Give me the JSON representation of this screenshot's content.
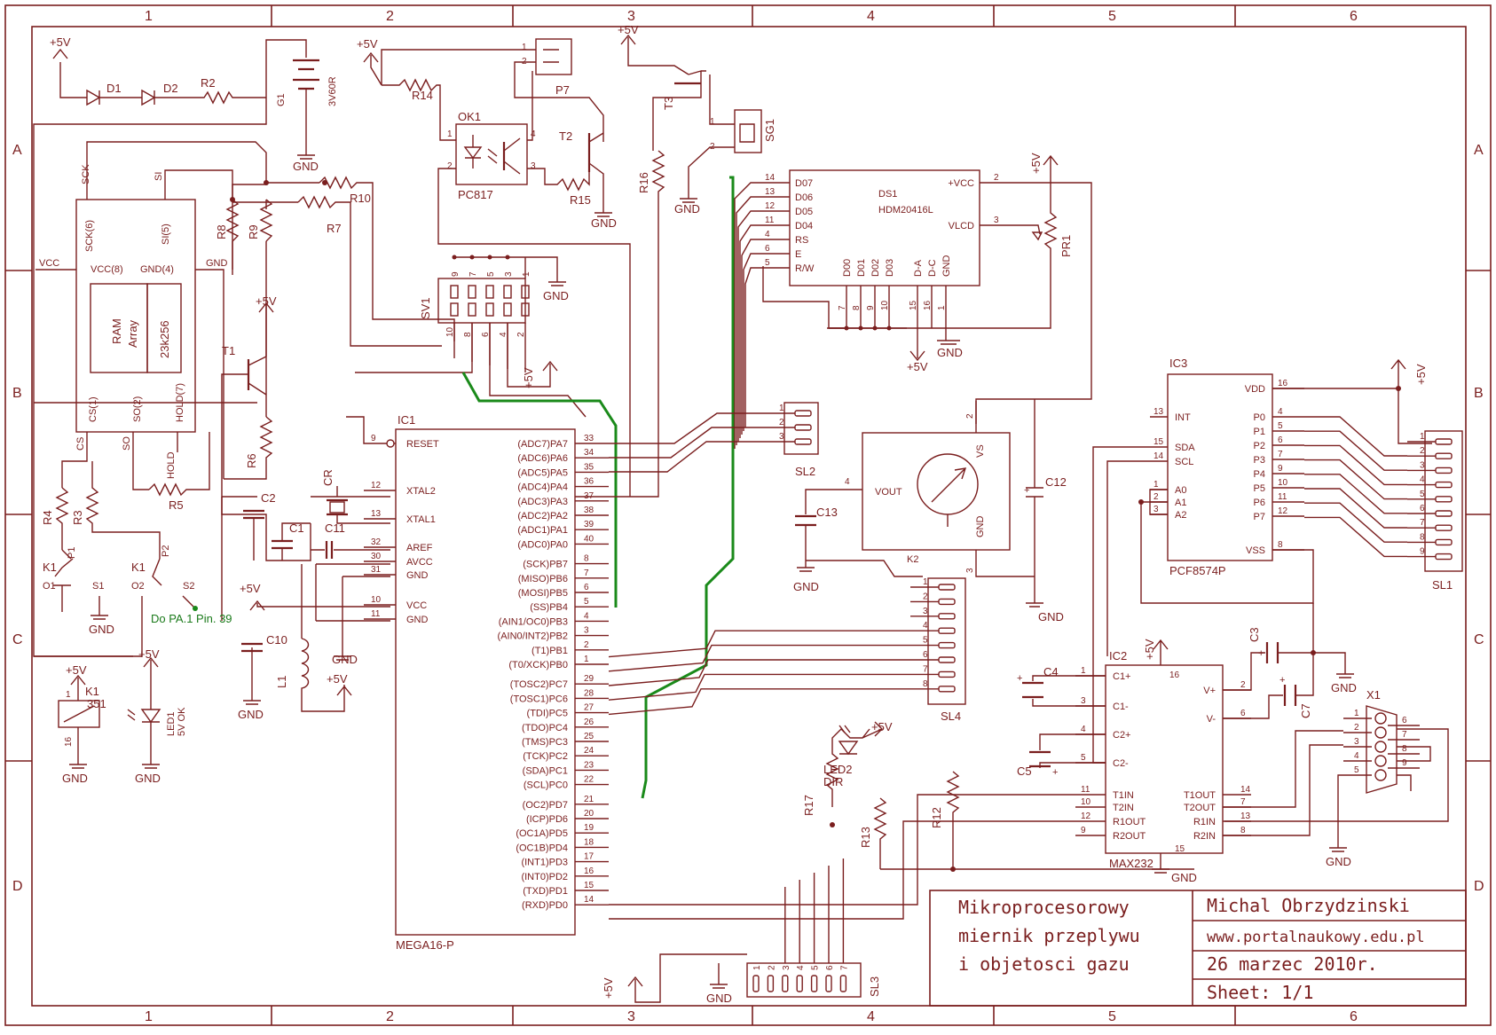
{
  "grid": {
    "cols": [
      "1",
      "2",
      "3",
      "4",
      "5",
      "6"
    ],
    "rows": [
      "A",
      "B",
      "C",
      "D"
    ]
  },
  "components": {
    "d1": "D1",
    "d2": "D2",
    "r2": "R2",
    "g1": "G1",
    "g1_val": "3V60R",
    "r14": "R14",
    "ok1": "OK1",
    "ok1_val": "PC817",
    "p7": "P7",
    "t2": "T2",
    "r15": "R15",
    "r16": "R16",
    "t3": "T3",
    "sg1": "SG1",
    "ram_title": "RAM",
    "ram_sub": "Array",
    "ram_chip": "23k256",
    "ram_sck6": "SCK(6)",
    "ram_si5": "SI(5)",
    "ram_vcc8": "VCC(8)",
    "ram_gnd4": "GND(4)",
    "ram_cs1": "CS(1)",
    "ram_so2": "SO(2)",
    "ram_hold7": "HOLD(7)",
    "sck": "SCK",
    "si": "SI",
    "vcc": "VCC",
    "gnd_lbl": "GND",
    "so": "SO",
    "cs": "CS",
    "hold": "HOLD",
    "r8": "R8",
    "r9": "R9",
    "r10": "R10",
    "r7": "R7",
    "t1": "T1",
    "r6": "R6",
    "r5": "R5",
    "r4": "R4",
    "r3": "R3",
    "k1": "K1",
    "p1": "P1",
    "p2": "P2",
    "o1": "O1",
    "o2": "O2",
    "s1": "S1",
    "s2": "S2",
    "sv1": "SV1",
    "cs_net": "CS",
    "ds1": "DS1",
    "ds1_val": "HDM20416L",
    "pr1": "PR1",
    "c12": "C12",
    "c13": "C13",
    "k2": "K2",
    "vout": "VOUT",
    "vs": "VS",
    "gnd_k2": "GND",
    "sl1": "SL1",
    "sl2": "SL2",
    "sl3": "SL3",
    "sl4": "SL4",
    "ic3": "IC3",
    "ic3_val": "PCF8574P",
    "ic2": "IC2",
    "ic2_val": "MAX232",
    "c3": "C3",
    "c4": "C4",
    "c5": "C5",
    "c7": "C7",
    "x1": "X1",
    "r17": "R17",
    "r13": "R13",
    "r12": "R12",
    "led2": "LED2",
    "led2_val": "DIR",
    "c2": "C2",
    "c1": "C1",
    "c11": "C11",
    "cr": "CR",
    "c10": "C10",
    "l1": "L1",
    "k1b": "K1",
    "k1b_val": "351",
    "led1": "LED1",
    "led1_val": "5V OK",
    "ic1": "IC1",
    "ic1_val": "MEGA16-P",
    "do_pa1": "Do PA.1 Pin. 39"
  },
  "power": {
    "p5v": "+5V",
    "gnd": "GND"
  },
  "mega_left": [
    "RESET",
    "XTAL2",
    "XTAL1",
    "AREF",
    "AVCC",
    "GND",
    "VCC",
    "GND"
  ],
  "mega_left_pins": [
    "9",
    "12",
    "13",
    "32",
    "30",
    "31",
    "10",
    "11"
  ],
  "mega_right": [
    "(ADC7)PA7",
    "(ADC6)PA6",
    "(ADC5)PA5",
    "(ADC4)PA4",
    "(ADC3)PA3",
    "(ADC2)PA2",
    "(ADC1)PA1",
    "(ADC0)PA0",
    "(SCK)PB7",
    "(MISO)PB6",
    "(MOSI)PB5",
    "(SS)PB4",
    "(AIN1/OC0)PB3",
    "(AIN0/INT2)PB2",
    "(T1)PB1",
    "(T0/XCK)PB0",
    "(TOSC2)PC7",
    "(TOSC1)PC6",
    "(TDI)PC5",
    "(TDO)PC4",
    "(TMS)PC3",
    "(TCK)PC2",
    "(SDA)PC1",
    "(SCL)PC0",
    "(OC2)PD7",
    "(ICP)PD6",
    "(OC1A)PD5",
    "(OC1B)PD4",
    "(INT1)PD3",
    "(INT0)PD2",
    "(TXD)PD1",
    "(RXD)PD0"
  ],
  "mega_right_pins": [
    "33",
    "34",
    "35",
    "36",
    "37",
    "38",
    "39",
    "40",
    "8",
    "7",
    "6",
    "5",
    "4",
    "3",
    "2",
    "1",
    "29",
    "28",
    "27",
    "26",
    "25",
    "24",
    "23",
    "22",
    "21",
    "20",
    "19",
    "18",
    "17",
    "16",
    "15",
    "14"
  ],
  "lcd_left": [
    "D07",
    "D06",
    "D05",
    "D04",
    "RS",
    "E",
    "R/W"
  ],
  "lcd_left_pins": [
    "14",
    "13",
    "12",
    "11",
    "4",
    "6",
    "5"
  ],
  "lcd_bottom": [
    "D00",
    "D01",
    "D02",
    "D03",
    "D-A",
    "D-C",
    "GND"
  ],
  "lcd_bottom_pins": [
    "7",
    "8",
    "9",
    "10",
    "15",
    "16",
    "1"
  ],
  "lcd_right": [
    "+VCC",
    "VLCD"
  ],
  "lcd_right_pins": [
    "2",
    "3"
  ],
  "pcf_left": [
    "INT",
    "SDA",
    "SCL",
    "A0",
    "A1",
    "A2"
  ],
  "pcf_left_pins": [
    "13",
    "15",
    "14",
    "1",
    "2",
    "3"
  ],
  "pcf_right": [
    "VDD",
    "P0",
    "P1",
    "P2",
    "P3",
    "P4",
    "P5",
    "P6",
    "P7",
    "VSS"
  ],
  "pcf_right_pins": [
    "16",
    "4",
    "5",
    "6",
    "7",
    "9",
    "10",
    "11",
    "12",
    "8"
  ],
  "max_left": [
    "C1+",
    "C1-",
    "C2+",
    "C2-",
    "T1IN",
    "T2IN",
    "R1OUT",
    "R2OUT"
  ],
  "max_left_pins": [
    "1",
    "3",
    "4",
    "5",
    "11",
    "10",
    "12",
    "9"
  ],
  "max_right": [
    "V+",
    "V-",
    "T1OUT",
    "T2OUT",
    "R1IN",
    "R2IN"
  ],
  "max_right_pins": [
    "2",
    "6",
    "14",
    "7",
    "13",
    "8"
  ],
  "max_top_pin": "16",
  "max_bot_pin": "15",
  "x1_pins": [
    "1",
    "2",
    "3",
    "4",
    "5",
    "6",
    "7",
    "8",
    "9"
  ],
  "sl1_pins": [
    "1",
    "2",
    "3",
    "4",
    "5",
    "6",
    "7",
    "8",
    "9"
  ],
  "sl4_pins": [
    "1",
    "2",
    "3",
    "4",
    "5",
    "6",
    "7",
    "8"
  ],
  "sl3_pins": [
    "1",
    "2",
    "3",
    "4",
    "5",
    "6",
    "7"
  ],
  "sl2_pins": [
    "1",
    "2",
    "3"
  ],
  "sv1_top": [
    "9",
    "7",
    "5",
    "3",
    "1"
  ],
  "sv1_bot": [
    "10",
    "8",
    "6",
    "4",
    "2"
  ],
  "title_block": {
    "title_l1": "Mikroprocesorowy",
    "title_l2": "miernik przeplywu",
    "title_l3": "i objetosci gazu",
    "author": "Michal Obrzydzinski",
    "website": "www.portalnaukowy.edu.pl",
    "date": "26 marzec 2010r.",
    "sheet": "Sheet: 1/1"
  }
}
